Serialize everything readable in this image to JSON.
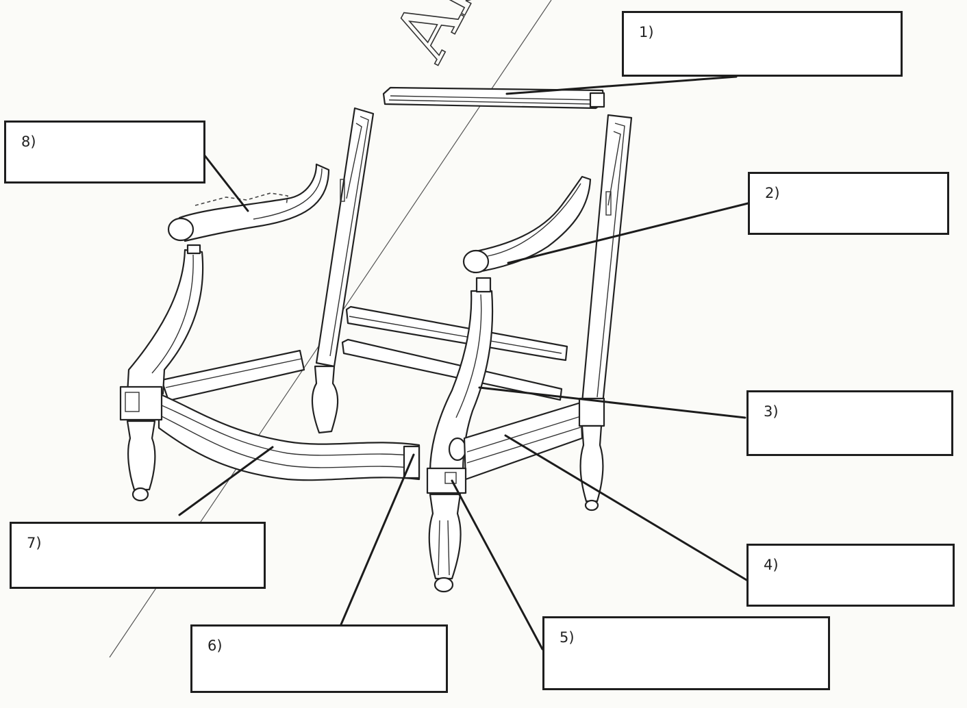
{
  "labels": [
    {
      "id": "1",
      "text": "1)",
      "answer": ""
    },
    {
      "id": "2",
      "text": "2)",
      "answer": ""
    },
    {
      "id": "3",
      "text": "3)",
      "answer": ""
    },
    {
      "id": "4",
      "text": "4)",
      "answer": ""
    },
    {
      "id": "5",
      "text": "5)",
      "answer": ""
    },
    {
      "id": "6",
      "text": "6)",
      "answer": ""
    },
    {
      "id": "7",
      "text": "7)",
      "answer": ""
    },
    {
      "id": "8",
      "text": "8)",
      "answer": ""
    }
  ],
  "handwriting": "Ab",
  "colors": {
    "ink": "#1e1e1e",
    "paper": "#fbfbf8",
    "box": "#ffffff"
  }
}
